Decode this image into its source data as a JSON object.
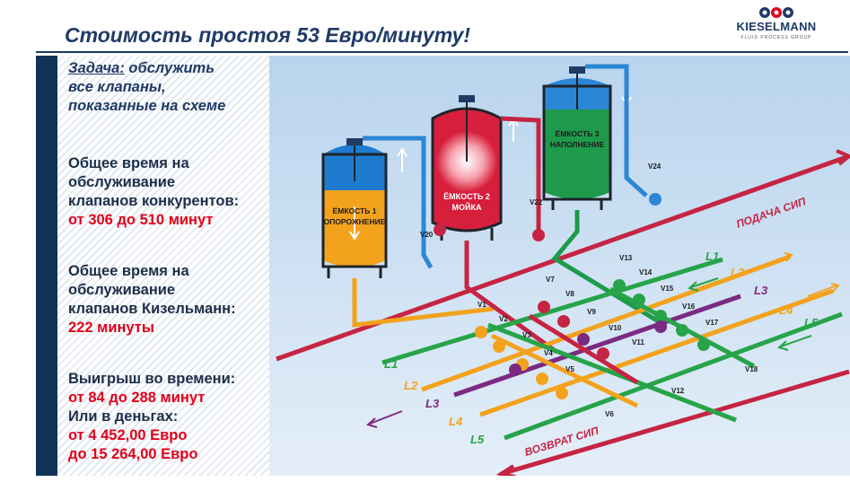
{
  "title": "Стоимость простоя 53 Евро/минуту!",
  "logo": {
    "name": "KIESELMANN",
    "tagline": "FLUID PROCESS GROUP"
  },
  "panel": {
    "task_label": "Задача:",
    "task_lines": [
      "обслужить",
      "все клапаны,",
      "показанные на схеме"
    ],
    "competitors_lines": [
      "Общее время на",
      "обслуживание",
      "клапанов конкурентов:"
    ],
    "competitors_value": "от 306 до 510 минут",
    "kieselmann_lines": [
      "Общее время на",
      "обслуживание",
      "клапанов Кизельманн:"
    ],
    "kieselmann_value": "222 минуты",
    "gain_title": "Выигрыш во времени:",
    "gain_time": "от 84 до 288 минут",
    "gain_money_title": "Или в деньгах:",
    "gain_money_from": "от 4 452,00 Евро",
    "gain_money_to": "до 15 264,00 Евро"
  },
  "diagram": {
    "tanks": [
      {
        "id": "tank1",
        "line1": "ЁМКОСТЬ 1",
        "line2": "ОПОРОЖНЕНИЕ",
        "color": "#f3a21c"
      },
      {
        "id": "tank2",
        "line1": "ЁМКОСТЬ 2",
        "line2": "МОЙКА",
        "color": "#d71f3c"
      },
      {
        "id": "tank3",
        "line1": "ЁМКОСТЬ 3",
        "line2": "НАПОЛНЕНИЕ",
        "color": "#1d9a4a"
      }
    ],
    "supply_label": "ПОДАЧА СИП",
    "return_label": "ВОЗВРАТ СИП",
    "lines": [
      {
        "name": "L1",
        "color": "#27a449"
      },
      {
        "name": "L2",
        "color": "#f3a21c"
      },
      {
        "name": "L3",
        "color": "#7b2a83"
      },
      {
        "name": "L4",
        "color": "#f3a21c"
      },
      {
        "name": "L5",
        "color": "#27a449"
      }
    ],
    "valves": [
      "V1",
      "V2",
      "V3",
      "V4",
      "V5",
      "V6",
      "V7",
      "V8",
      "V9",
      "V10",
      "V11",
      "V12",
      "V13",
      "V14",
      "V15",
      "V16",
      "V17",
      "V18",
      "V20",
      "V22",
      "V24"
    ]
  }
}
